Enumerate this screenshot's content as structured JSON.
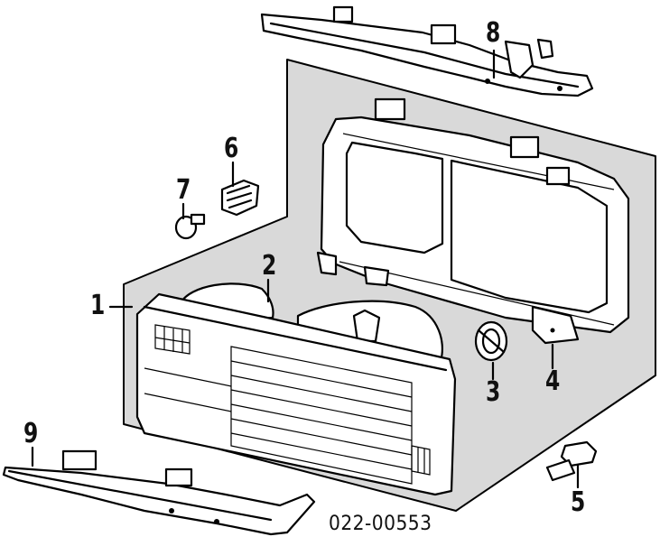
{
  "callouts": [
    "1",
    "2",
    "3",
    "4",
    "5",
    "6",
    "7",
    "8",
    "9"
  ],
  "catalog_number": "022-00553",
  "colors": {
    "ink": "#000000",
    "background": "#ffffff",
    "panel": "#d9d9d9"
  }
}
